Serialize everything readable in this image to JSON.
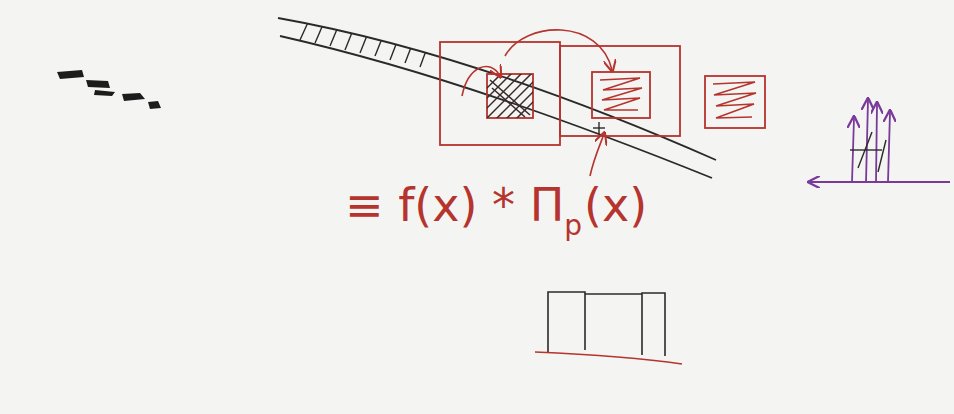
{
  "diagram": {
    "labels": [
      "≡ f(x) * Π",
      "p",
      "(x)"
    ]
  }
}
